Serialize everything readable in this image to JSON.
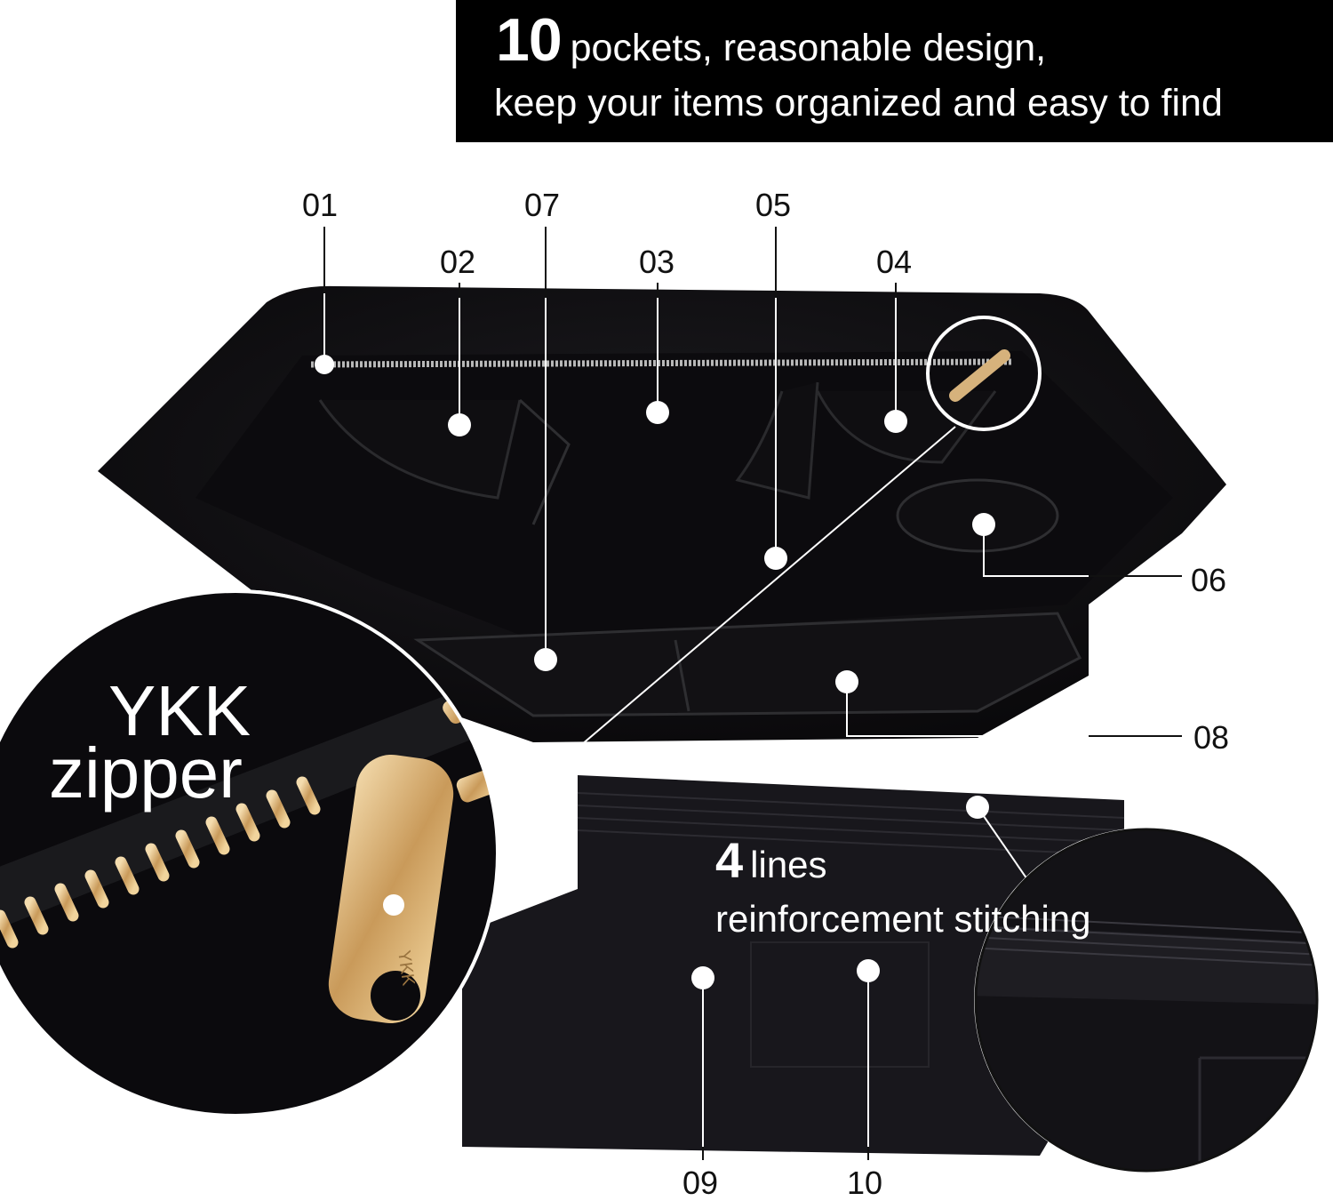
{
  "banner": {
    "count": "10",
    "headline": "pockets, reasonable design,",
    "subline": "keep your items organized and easy to find"
  },
  "pockets": {
    "p01": "01",
    "p02": "02",
    "p03": "03",
    "p04": "04",
    "p05": "05",
    "p06": "06",
    "p07": "07",
    "p08": "08",
    "p09": "09",
    "p10": "10"
  },
  "zipper_callout": {
    "brand": "YKK",
    "label": "zipper",
    "pull_text": "YKK"
  },
  "stitching_callout": {
    "count": "4",
    "word": "lines",
    "description": "reinforcement stitching"
  },
  "colors": {
    "felt": "#121114",
    "zipper_gold": "#d9b277",
    "zipper_silver": "#c9c9c9",
    "banner_bg": "#000000",
    "text_on_dark": "#ffffff"
  }
}
